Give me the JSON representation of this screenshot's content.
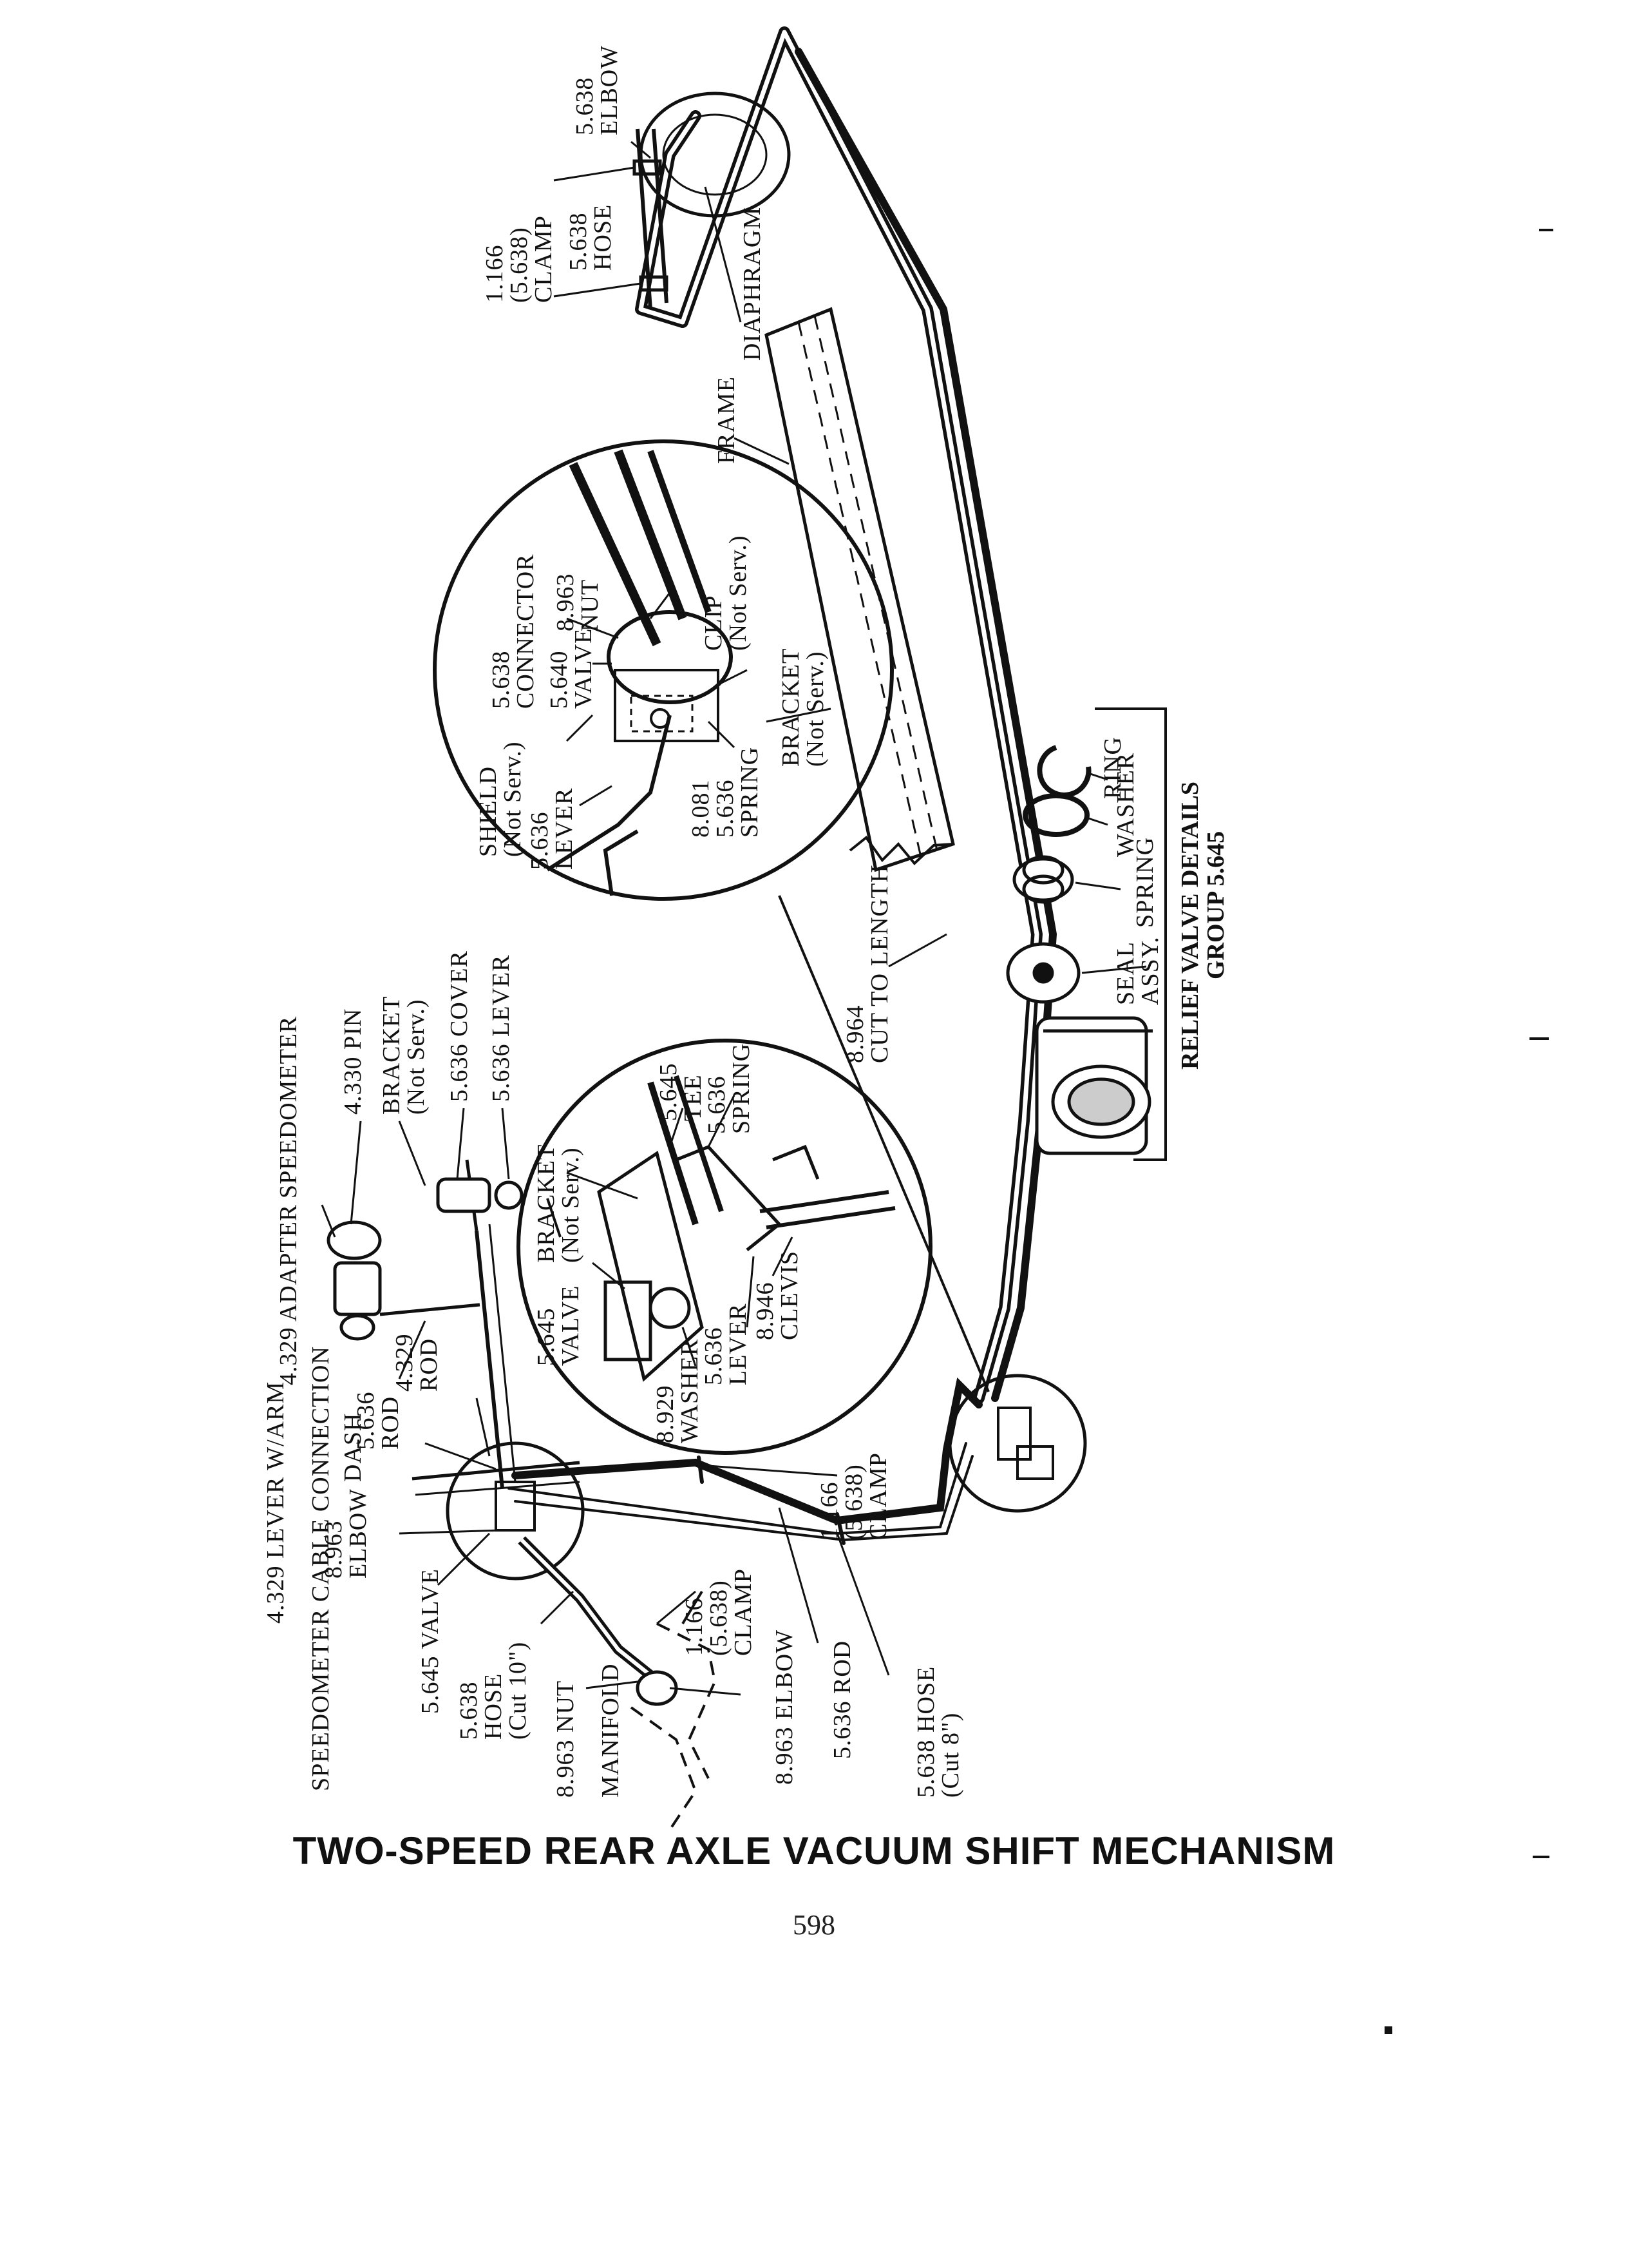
{
  "title": "TWO-SPEED REAR AXLE VACUUM SHIFT MECHANISM",
  "page_number": "598",
  "labels": {
    "elbow_top": [
      "5.638",
      "ELBOW"
    ],
    "clamp_top": [
      "1.166",
      "(5.638)",
      "CLAMP"
    ],
    "hose_top": [
      "5.638",
      "HOSE"
    ],
    "diaphragm": "DIAPHRAGM",
    "frame": "FRAME",
    "connector": [
      "5.638",
      "CONNECTOR"
    ],
    "nut_top": [
      "8.963",
      "NUT"
    ],
    "valve_upper": [
      "5.640",
      "VALVE"
    ],
    "clip": [
      "CLIP",
      "(Not Serv.)"
    ],
    "shield": [
      "SHIELD",
      "(Not Serv.)"
    ],
    "lever_upper": [
      "5.636",
      "LEVER"
    ],
    "spring_upper": [
      "8.081",
      "5.636",
      "SPRING"
    ],
    "bracket_upper": [
      "BRACKET",
      "(Not Serv.)"
    ],
    "relief_valve": [
      "RELIEF VALVE DETAILS",
      "GROUP 5.645"
    ],
    "ring": "RING",
    "washer_relief": "WASHER",
    "spring_relief": "SPRING",
    "seal_assy": [
      "SEAL",
      "ASSY."
    ],
    "cut_to_length": [
      "8.964",
      "CUT TO LENGTH"
    ],
    "speedometer": "SPEEDOMETER",
    "adapter": "4.329 ADAPTER",
    "pin": "4.330 PIN",
    "bracket_ns": [
      "BRACKET",
      "(Not Serv.)"
    ],
    "cover": "5.636 COVER",
    "lever_top": "5.636 LEVER",
    "tee": [
      "5.645",
      "TEE"
    ],
    "spring_mid": [
      "5.636",
      "SPRING"
    ],
    "bracket_mid": [
      "BRACKET",
      "(Not Serv.)"
    ],
    "valve_mid": [
      "5.645",
      "VALVE"
    ],
    "clevis": [
      "8.946",
      "CLEVIS"
    ],
    "lever_mid": [
      "5.636",
      "LEVER"
    ],
    "washer_mid": [
      "8.929",
      "WASHER"
    ],
    "lever_w_arm": "4.329 LEVER W/ARM",
    "speedo_cable": "SPEEDOMETER CABLE CONNECTION",
    "rod_4329": [
      "4.329",
      "ROD"
    ],
    "rod_5636": [
      "5.636",
      "ROD"
    ],
    "dash": "DASH",
    "elbow_8963": [
      "8.963",
      "ELBOW"
    ],
    "valve_5645": "5.645 VALVE",
    "hose_cut10": [
      "5.638",
      "HOSE",
      "(Cut 10\")"
    ],
    "nut_8963": "8.963 NUT",
    "manifold": "MANIFOLD",
    "clamp_low": [
      "1.166",
      "(5.638)",
      "CLAMP"
    ],
    "elbow_low": "8.963 ELBOW",
    "clamp_right": [
      "1.166",
      "(5.638)",
      "CLAMP"
    ],
    "rod_low": "5.636 ROD",
    "hose_cut8": [
      "5.638 HOSE",
      "(Cut 8\")"
    ]
  }
}
